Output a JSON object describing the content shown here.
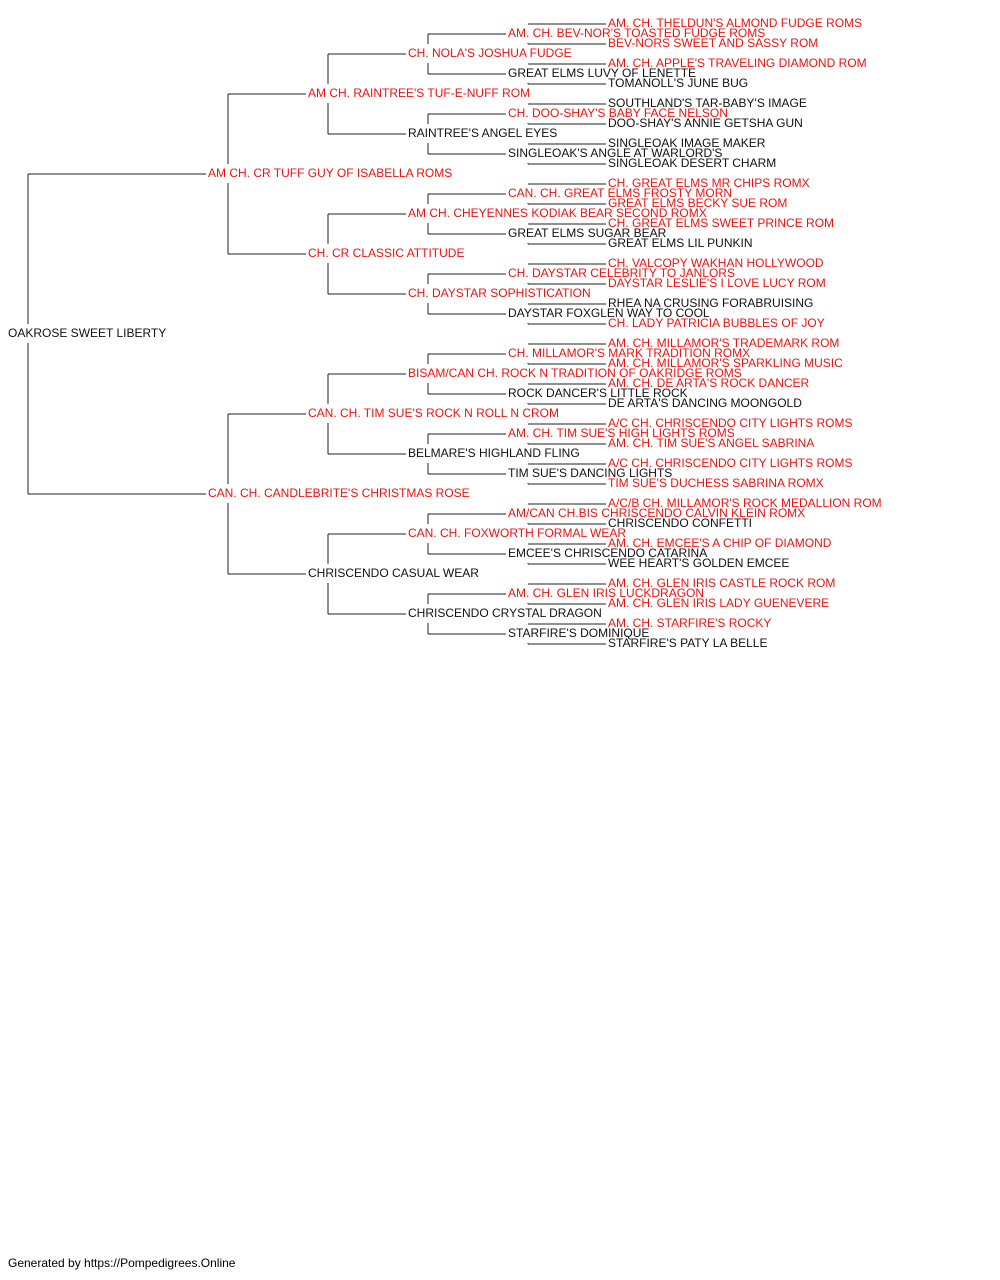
{
  "colors": {
    "titled": "#ee1111",
    "plain": "#111111",
    "connector": "#222222"
  },
  "subject": {
    "name": "OAKROSE SWEET LIBERTY",
    "titled": false
  },
  "generations": [
    [
      {
        "name": "AM CH. CR TUFF GUY OF ISABELLA ROMS",
        "titled": true
      },
      {
        "name": "CAN. CH. CANDLEBRITE'S CHRISTMAS ROSE",
        "titled": true
      }
    ],
    [
      {
        "name": "AM CH. RAINTREE'S TUF-E-NUFF ROM",
        "titled": true
      },
      {
        "name": "CH. CR CLASSIC ATTITUDE",
        "titled": true
      },
      {
        "name": "CAN. CH. TIM SUE'S ROCK N ROLL N CROM",
        "titled": true
      },
      {
        "name": "CHRISCENDO CASUAL WEAR",
        "titled": false
      }
    ],
    [
      {
        "name": "CH. NOLA'S JOSHUA FUDGE",
        "titled": true
      },
      {
        "name": "RAINTREE'S ANGEL EYES",
        "titled": false
      },
      {
        "name": "AM CH. CHEYENNES KODIAK BEAR SECOND ROMX",
        "titled": true
      },
      {
        "name": "CH. DAYSTAR SOPHISTICATION",
        "titled": true
      },
      {
        "name": "BISAM/CAN CH. ROCK N TRADITION OF OAKRIDGE ROMS",
        "titled": true
      },
      {
        "name": "BELMARE'S HIGHLAND FLING",
        "titled": false
      },
      {
        "name": "CAN. CH. FOXWORTH FORMAL WEAR",
        "titled": true
      },
      {
        "name": "CHRISCENDO CRYSTAL DRAGON",
        "titled": false
      }
    ],
    [
      {
        "name": "AM. CH. BEV-NOR'S TOASTED FUDGE ROMS",
        "titled": true
      },
      {
        "name": "GREAT ELMS LUVY OF LENETTE",
        "titled": false
      },
      {
        "name": "CH. DOO-SHAY'S BABY FACE NELSON",
        "titled": true
      },
      {
        "name": "SINGLEOAK'S ANGLE AT WARLORD'S",
        "titled": false
      },
      {
        "name": "CAN. CH. GREAT ELMS FROSTY MORN",
        "titled": true
      },
      {
        "name": "GREAT ELMS SUGAR BEAR",
        "titled": false
      },
      {
        "name": "CH. DAYSTAR CELEBRITY TO JANLORS",
        "titled": true
      },
      {
        "name": "DAYSTAR FOXGLEN WAY TO COOL",
        "titled": false
      },
      {
        "name": "CH. MILLAMOR'S MARK TRADITION ROMX",
        "titled": true
      },
      {
        "name": "ROCK DANCER'S LITTLE ROCK",
        "titled": false
      },
      {
        "name": "AM. CH. TIM SUE'S HIGH LIGHTS ROMS",
        "titled": true
      },
      {
        "name": "TIM SUE'S DANCING LIGHTS",
        "titled": false
      },
      {
        "name": "AM/CAN CH.BIS CHRISCENDO CALVIN KLEIN ROMX",
        "titled": true
      },
      {
        "name": "EMCEE'S CHRISCENDO CATARINA",
        "titled": false
      },
      {
        "name": "AM. CH. GLEN IRIS LUCKDRAGON",
        "titled": true
      },
      {
        "name": "STARFIRE'S DOMINIQUE",
        "titled": false
      }
    ],
    [
      {
        "name": "AM. CH. THELDUN'S ALMOND FUDGE ROMS",
        "titled": true
      },
      {
        "name": "BEV-NORS SWEET AND SASSY ROM",
        "titled": true
      },
      {
        "name": "AM. CH. APPLE'S TRAVELING DIAMOND ROM",
        "titled": true
      },
      {
        "name": "TOMANOLL'S JUNE BUG",
        "titled": false
      },
      {
        "name": "SOUTHLAND'S TAR-BABY'S IMAGE",
        "titled": false
      },
      {
        "name": "DOO-SHAY'S ANNIE GETSHA GUN",
        "titled": false
      },
      {
        "name": "SINGLEOAK IMAGE MAKER",
        "titled": false
      },
      {
        "name": "SINGLEOAK DESERT CHARM",
        "titled": false
      },
      {
        "name": "CH. GREAT ELMS MR CHIPS ROMX",
        "titled": true
      },
      {
        "name": "GREAT ELMS BECKY SUE ROM",
        "titled": true
      },
      {
        "name": "CH. GREAT ELMS SWEET PRINCE ROM",
        "titled": true
      },
      {
        "name": "GREAT ELMS LIL PUNKIN",
        "titled": false
      },
      {
        "name": "CH. VALCOPY WAKHAN HOLLYWOOD",
        "titled": true
      },
      {
        "name": "DAYSTAR LESLIE'S I LOVE LUCY ROM",
        "titled": true
      },
      {
        "name": "RHEA NA CRUSING FORABRUISING",
        "titled": false
      },
      {
        "name": "CH. LADY PATRICIA BUBBLES OF JOY",
        "titled": true
      },
      {
        "name": "AM. CH. MILLAMOR'S TRADEMARK ROM",
        "titled": true
      },
      {
        "name": "AM. CH. MILLAMOR'S SPARKLING MUSIC",
        "titled": true
      },
      {
        "name": "AM. CH. DE ARTA'S ROCK DANCER",
        "titled": true
      },
      {
        "name": "DE ARTA'S DANCING MOONGOLD",
        "titled": false
      },
      {
        "name": "A/C CH. CHRISCENDO CITY LIGHTS ROMS",
        "titled": true
      },
      {
        "name": "AM. CH. TIM SUE'S ANGEL SABRINA",
        "titled": true
      },
      {
        "name": "A/C CH. CHRISCENDO CITY LIGHTS ROMS",
        "titled": true
      },
      {
        "name": "TIM SUE'S DUCHESS SABRINA ROMX",
        "titled": true
      },
      {
        "name": "A/C/B CH. MILLAMOR'S ROCK MEDALLION ROM",
        "titled": true
      },
      {
        "name": "CHRISCENDO CONFETTI",
        "titled": false
      },
      {
        "name": "AM. CH. EMCEE'S A CHIP OF DIAMOND",
        "titled": true
      },
      {
        "name": "WEE HEART'S GOLDEN EMCEE",
        "titled": false
      },
      {
        "name": "AM. CH. GLEN IRIS CASTLE ROCK ROM",
        "titled": true
      },
      {
        "name": "AM. CH. GLEN IRIS LADY GUENEVERE",
        "titled": true
      },
      {
        "name": "AM. CH. STARFIRE'S ROCKY",
        "titled": true
      },
      {
        "name": "STARFIRE'S PATY LA BELLE",
        "titled": false
      }
    ]
  ],
  "footer": {
    "text": "Generated by https://Pompedigrees.Online"
  }
}
